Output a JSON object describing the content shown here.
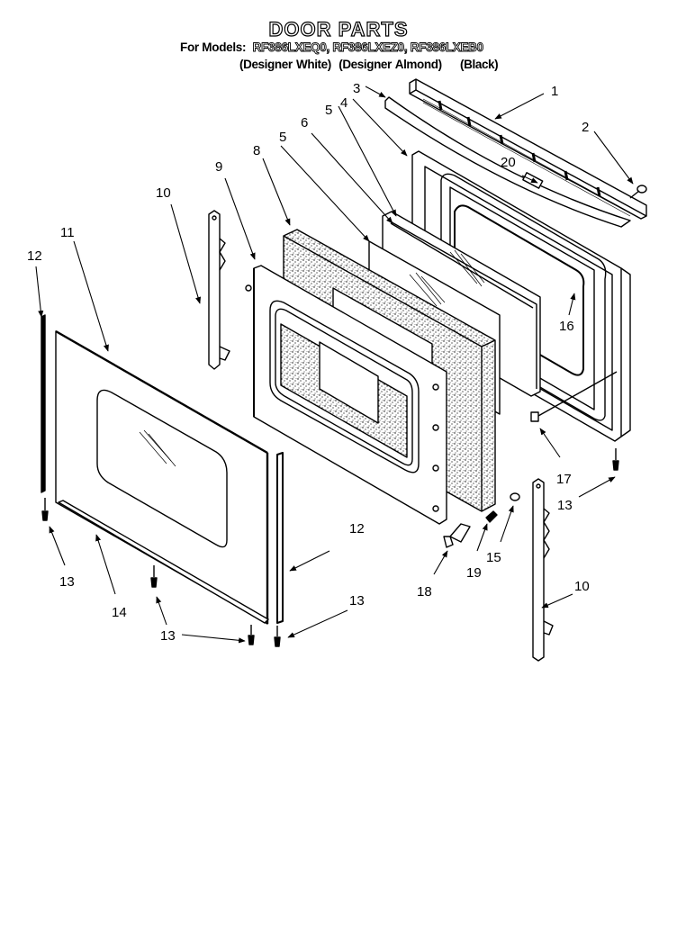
{
  "header": {
    "title": "DOOR PARTS",
    "models_label": "For Models:",
    "models": [
      "RF386LXEQ0,",
      "RF386LXEZ0,",
      "RF386LXEB0"
    ],
    "colors": [
      "(Designer White)",
      "(Designer Almond)",
      "(Black)"
    ]
  },
  "diagram": {
    "callouts": {
      "c1": "1",
      "c2": "2",
      "c3": "3",
      "c4": "4",
      "c5a": "5",
      "c5b": "5",
      "c6": "6",
      "c8": "8",
      "c9": "9",
      "c10a": "10",
      "c10b": "10",
      "c11": "11",
      "c12a": "12",
      "c12b": "12",
      "c13a": "13",
      "c13b": "13",
      "c13c": "13",
      "c13d": "13",
      "c14": "14",
      "c15": "15",
      "c16": "16",
      "c17": "17",
      "c18": "18",
      "c19": "19",
      "c20": "20"
    },
    "colors": {
      "ink": "#000000",
      "paper": "#ffffff"
    }
  }
}
